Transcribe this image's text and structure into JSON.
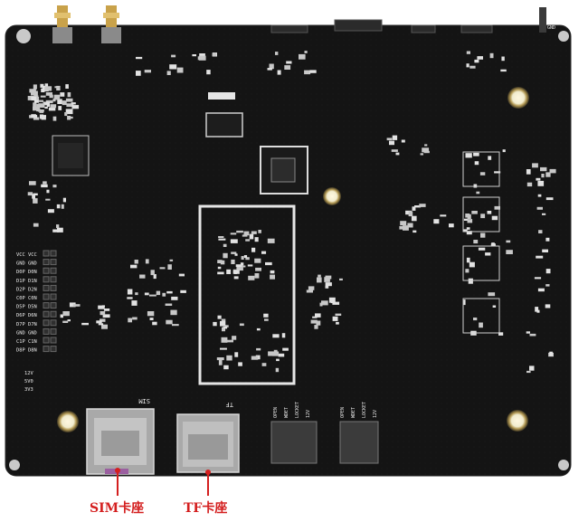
{
  "board": {
    "silkscreen": {
      "sim_slot_text": "SIM",
      "tf_slot_text": "TF",
      "pin_labels_left": [
        "VCC VCC",
        "GND GND",
        "D0P D0N",
        "D1P D1N",
        "D2P D2N",
        "C0P C0N",
        "D5P D5N",
        "D6P D6N",
        "D7P D7N",
        "GND GND",
        "C1P C1N",
        "D8P D8N"
      ],
      "power_labels": [
        "12V",
        "5V0",
        "3V3"
      ],
      "connector_a_labels": [
        "OPEN",
        "WDET",
        "LOCKET",
        "12V"
      ],
      "connector_b_labels": [
        "OPEN",
        "WDET",
        "LOCKET",
        "12V"
      ],
      "gnd_label": "GND"
    },
    "colors": {
      "pcb": "#141414",
      "silkscreen": "#e8e8e8",
      "callout": "#d41f1f",
      "metal": "#b8b8b8",
      "gold": "#c9a24a"
    }
  },
  "callouts": {
    "sim": "SIM卡座",
    "tf": "TF卡座"
  }
}
